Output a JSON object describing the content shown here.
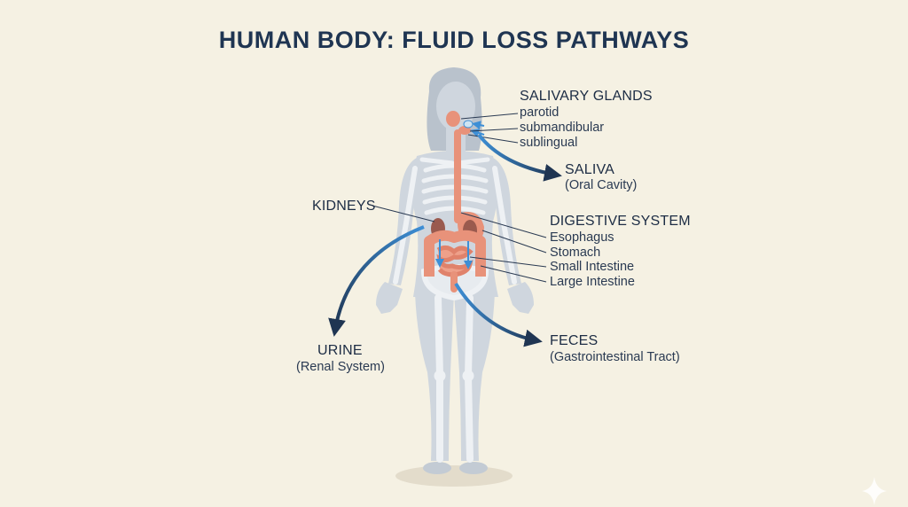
{
  "title": "HUMAN BODY: FLUID LOSS PATHWAYS",
  "labels": {
    "salivary_glands": "SALIVARY GLANDS",
    "parotid": "parotid",
    "submandibular": "submandibular",
    "sublingual": "sublingual",
    "saliva": "SALIVA",
    "saliva_sub": "(Oral Cavity)",
    "kidneys": "KIDNEYS",
    "digestive_system": "DIGESTIVE SYSTEM",
    "esophagus": "Esophagus",
    "stomach": "Stomach",
    "small_intestine": "Small Intestine",
    "large_intestine": "Large Intestine",
    "urine": "URINE",
    "urine_sub": "(Renal System)",
    "feces": "FECES",
    "feces_sub": "(Gastrointestinal Tract)"
  },
  "colors": {
    "background": "#f5f1e3",
    "title": "#1f3552",
    "body": "#cfd6de",
    "bone": "#edf0f3",
    "organ": "#e8927a",
    "kidney": "#9a5a4e",
    "arrow_dark": "#213a5c",
    "arrow_light": "#3d8fd6"
  },
  "icons": [
    "sparkle-icon"
  ]
}
